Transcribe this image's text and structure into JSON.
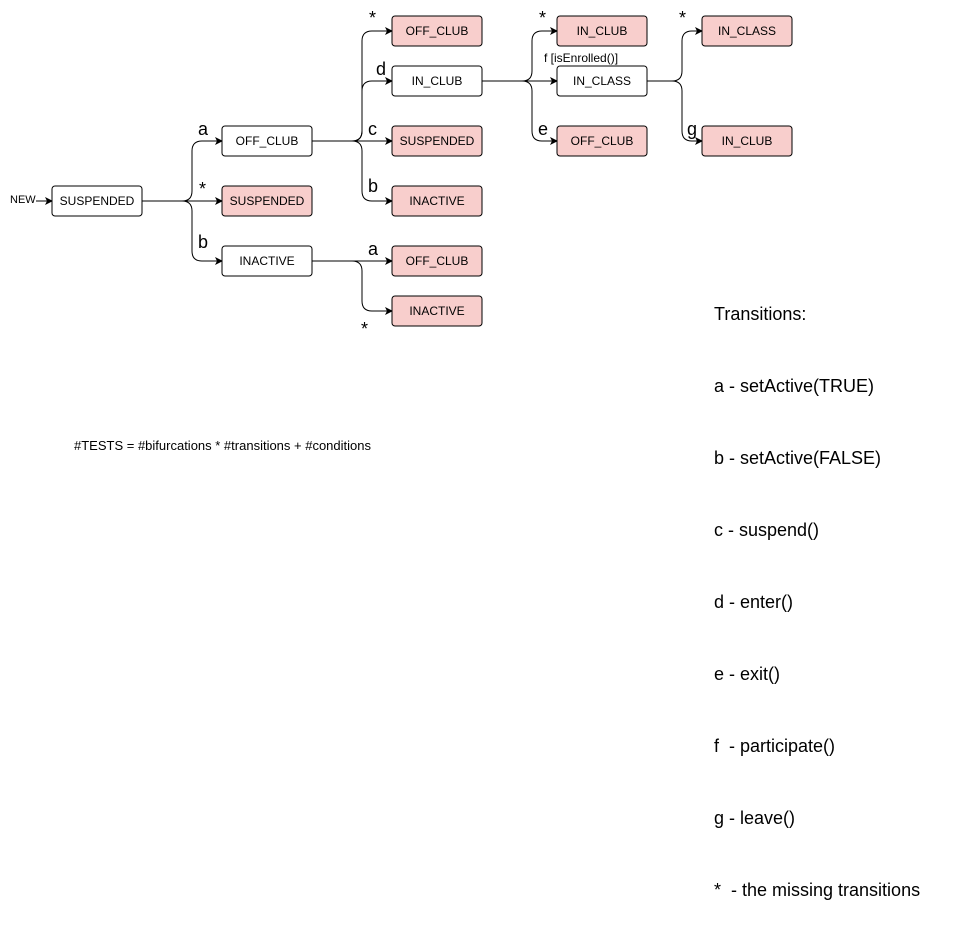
{
  "start_label": "NEW",
  "nodes": {
    "root": {
      "label": "SUSPENDED",
      "missing": false
    },
    "l1_offclub": {
      "label": "OFF_CLUB",
      "missing": false
    },
    "l1_suspended": {
      "label": "SUSPENDED",
      "missing": true
    },
    "l1_inactive": {
      "label": "INACTIVE",
      "missing": false
    },
    "l2_offclub_star": {
      "label": "OFF_CLUB",
      "missing": true
    },
    "l2_inclub": {
      "label": "IN_CLUB",
      "missing": false
    },
    "l2_suspended": {
      "label": "SUSPENDED",
      "missing": true
    },
    "l2_inactive": {
      "label": "INACTIVE",
      "missing": true
    },
    "l2_offclub_a": {
      "label": "OFF_CLUB",
      "missing": true
    },
    "l2_inactive_star": {
      "label": "INACTIVE",
      "missing": true
    },
    "l3_inclub_star": {
      "label": "IN_CLUB",
      "missing": true
    },
    "l3_inclass": {
      "label": "IN_CLASS",
      "missing": false
    },
    "l3_offclub": {
      "label": "OFF_CLUB",
      "missing": true
    },
    "l4_inclass_star": {
      "label": "IN_CLASS",
      "missing": true
    },
    "l4_inclub": {
      "label": "IN_CLUB",
      "missing": true
    }
  },
  "edge_labels": {
    "root_a": "a",
    "root_star": "*",
    "root_b": "b",
    "off_star": "*",
    "off_d": "d",
    "off_c": "c",
    "off_b": "b",
    "inact_a": "a",
    "inact_star": "*",
    "club_star": "*",
    "club_f": "f [isEnrolled()]",
    "club_e": "e",
    "class_star": "*",
    "class_g": "g"
  },
  "legend": {
    "title": "Transitions:",
    "items": [
      "a - setActive(TRUE)",
      "b - setActive(FALSE)",
      "c - suspend()",
      "d - enter()",
      "e - exit()",
      "f  - participate()",
      "g - leave()",
      "*  - the missing transitions"
    ]
  },
  "formula": "#TESTS = #bifurcations * #transitions + #conditions"
}
